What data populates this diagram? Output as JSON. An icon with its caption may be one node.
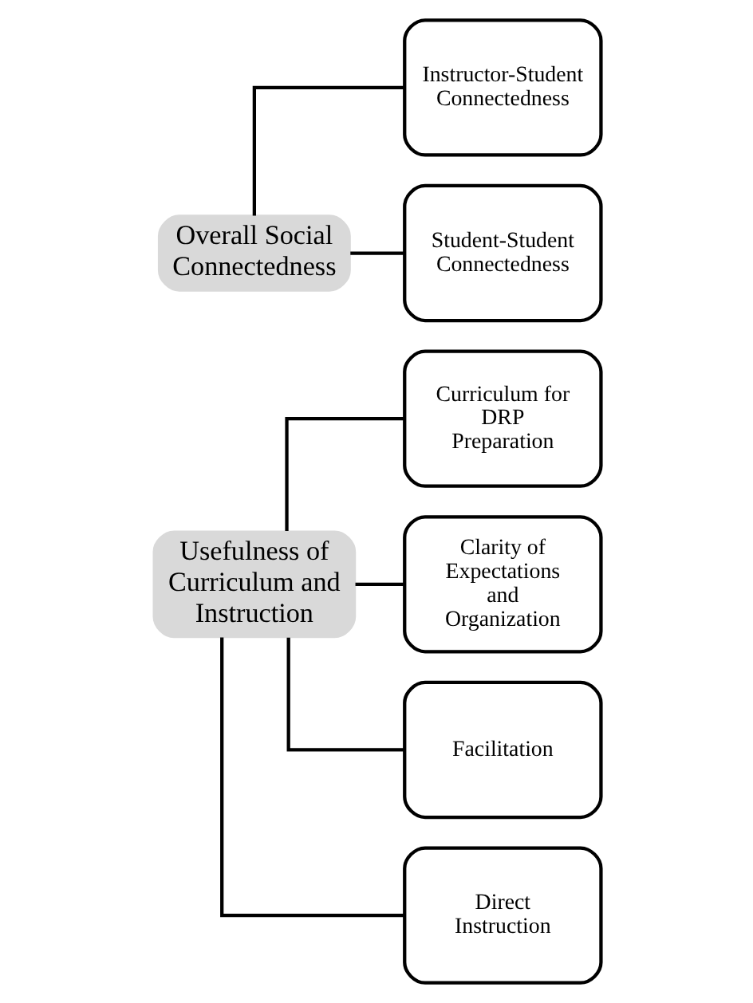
{
  "diagram": {
    "nodes": [
      {
        "text": [
          "Overall Social Connectedness"
        ]
      },
      {
        "text": [
          "Instructor-Student Connectedness"
        ]
      },
      {
        "text": [
          "Student-Student Connectedness"
        ]
      },
      {
        "text": [
          "Usefulness of Curriculum and Instruction"
        ]
      },
      {
        "text": [
          "Curriculum for DRP Preparation"
        ]
      },
      {
        "text": [
          "Clarity of Expectations and Organization"
        ]
      },
      {
        "text": [
          "Facilitation"
        ]
      },
      {
        "text": [
          "Direct Instruction"
        ]
      }
    ],
    "edges": [
      {
        "from": 0,
        "to": 1,
        "arrow": "none"
      },
      {
        "from": 0,
        "to": 2,
        "arrow": "none"
      },
      {
        "from": 3,
        "to": 4,
        "arrow": "none"
      },
      {
        "from": 3,
        "to": 5,
        "arrow": "none"
      },
      {
        "from": 3,
        "to": 6,
        "arrow": "none"
      },
      {
        "from": 3,
        "to": 7,
        "arrow": "none"
      }
    ]
  }
}
